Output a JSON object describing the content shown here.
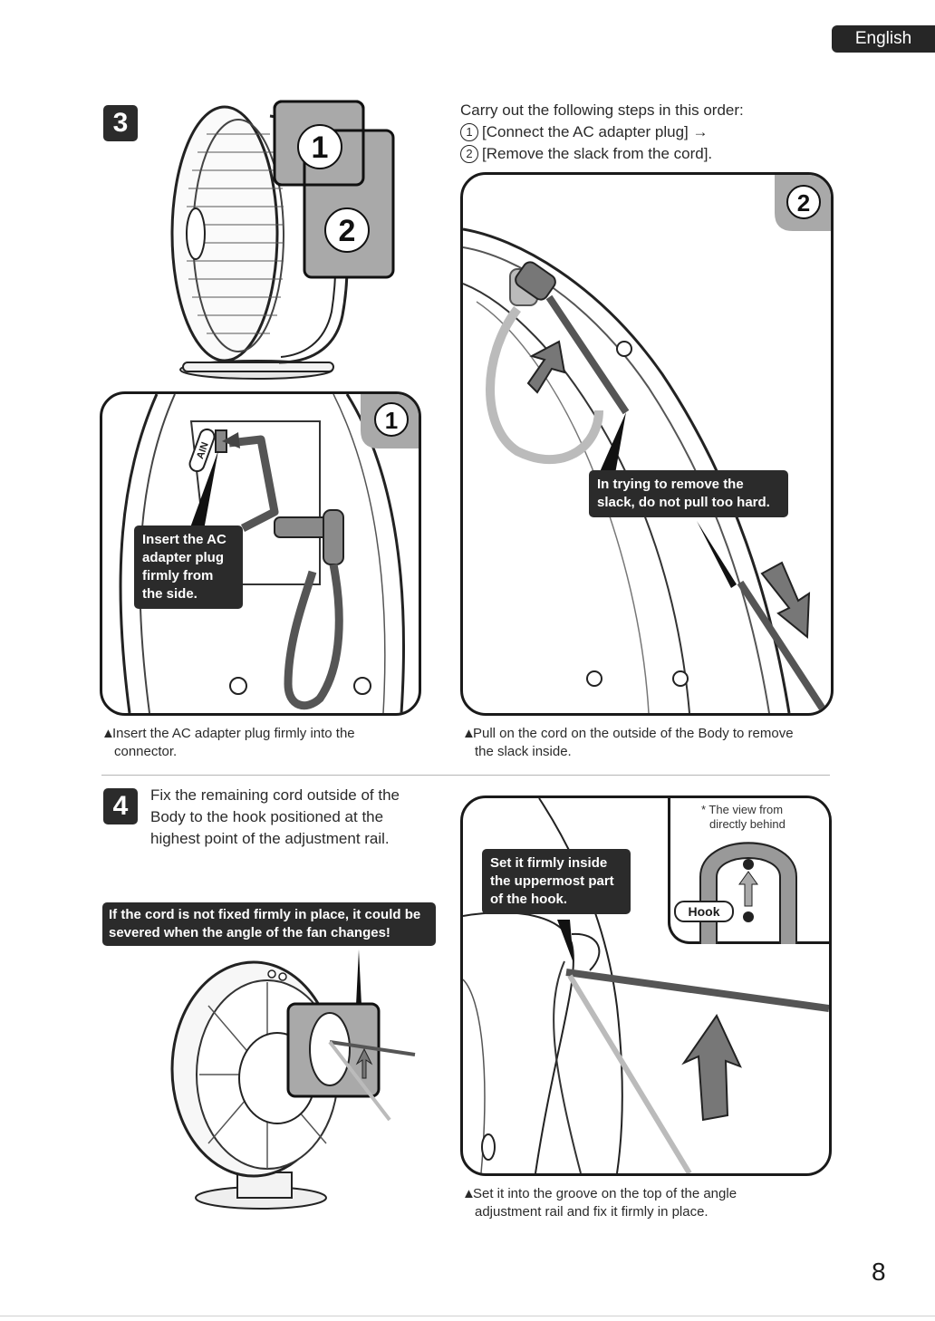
{
  "language_tab": "English",
  "step3": {
    "badge": "3",
    "instructions": {
      "intro": "Carry out the following steps in this order:",
      "item1_num": "1",
      "item1": "[Connect the AC adapter plug] →",
      "item2_num": "2",
      "item2": "[Remove the slack from the cord]."
    },
    "fan_labels": [
      "1",
      "2"
    ],
    "panel1": {
      "number": "1",
      "callout": "Insert the AC adapter plug firmly from the side.",
      "callout_lines": [
        "Insert the AC",
        "adapter plug",
        "firmly from",
        "the side."
      ],
      "port_label": "AIN"
    },
    "panel2": {
      "number": "2",
      "callout_lines": [
        "In trying to remove the",
        "slack, do not pull too hard."
      ]
    },
    "caption1": {
      "marker": "▲",
      "line1": "Insert the AC adapter plug firmly into the",
      "line2": "connector."
    },
    "caption2": {
      "marker": "▲",
      "line1": "Pull on the cord on the outside of the Body to remove",
      "line2": "the slack inside."
    }
  },
  "step4": {
    "badge": "4",
    "instructions_lines": [
      "Fix the remaining cord outside of the",
      "Body to the hook positioned at the",
      "highest point of the adjustment rail."
    ],
    "warning_lines": [
      "If the cord is not fixed firmly in place, it could be",
      "severed when the angle of the fan changes!"
    ],
    "panel": {
      "callout_lines": [
        "Set it firmly inside",
        "the uppermost part",
        "of the hook."
      ],
      "inset_note_line1": "* The view from",
      "inset_note_line2": "directly behind",
      "hook_label": "Hook"
    },
    "caption": {
      "marker": "▲",
      "line1": "Set it into the groove on the top of the angle",
      "line2": "adjustment rail and fix it firmly in place."
    }
  },
  "page_number": "8"
}
